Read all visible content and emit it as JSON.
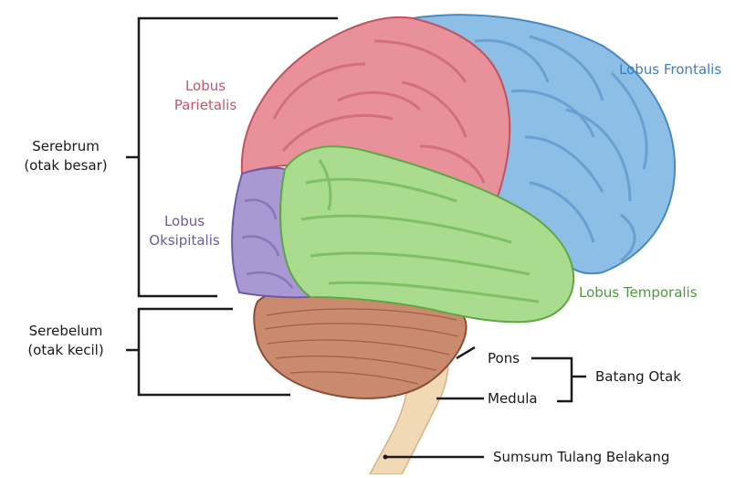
{
  "labels": {
    "serebrum": [
      "Serebrum",
      "(otak besar)"
    ],
    "serebelum": [
      "Serebelum",
      "(otak kecil)"
    ],
    "lobus_parietalis": [
      "Lobus",
      "Parietalis"
    ],
    "lobus_oksipitalis": [
      "Lobus",
      "Oksipitalis"
    ],
    "lobus_frontalis": "Lobus Frontalis",
    "lobus_temporalis": "Lobus Temporalis",
    "pons": "Pons",
    "medula": "Medula",
    "batang_otak": "Batang Otak",
    "sumsum": "Sumsum Tulang Belakang"
  },
  "colors": {
    "parietal": "#e8919a",
    "parietal_dark": "#c2545f",
    "frontal": "#8dbfe6",
    "frontal_dark": "#4a88c2",
    "temporal": "#a9dc8e",
    "temporal_dark": "#5ea844",
    "occipital": "#a998d2",
    "occipital_dark": "#6e5ba8",
    "cerebellum": "#c98a6e",
    "cerebellum_dark": "#8d4e36",
    "brainstem": "#f0d9b4",
    "label_parietal": "#c4566a",
    "label_occipital": "#6b5aa6",
    "label_frontal": "#3d7fb8",
    "label_temporal": "#4e9a3a"
  }
}
